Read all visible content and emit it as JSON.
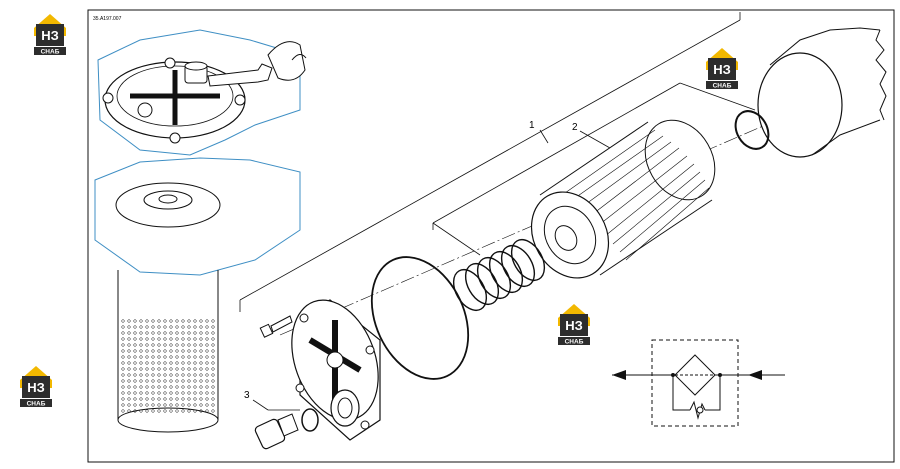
{
  "drawing": {
    "code": "35.A197.007",
    "callouts": [
      "1",
      "2",
      "3"
    ]
  },
  "logo": {
    "main": "НЗ",
    "sub": "СНАБ",
    "colors": {
      "yellow": "#f2b800",
      "dark": "#2d2d2d"
    }
  },
  "colors": {
    "line": "#111111",
    "accent_blue": "#3f8fc4"
  }
}
